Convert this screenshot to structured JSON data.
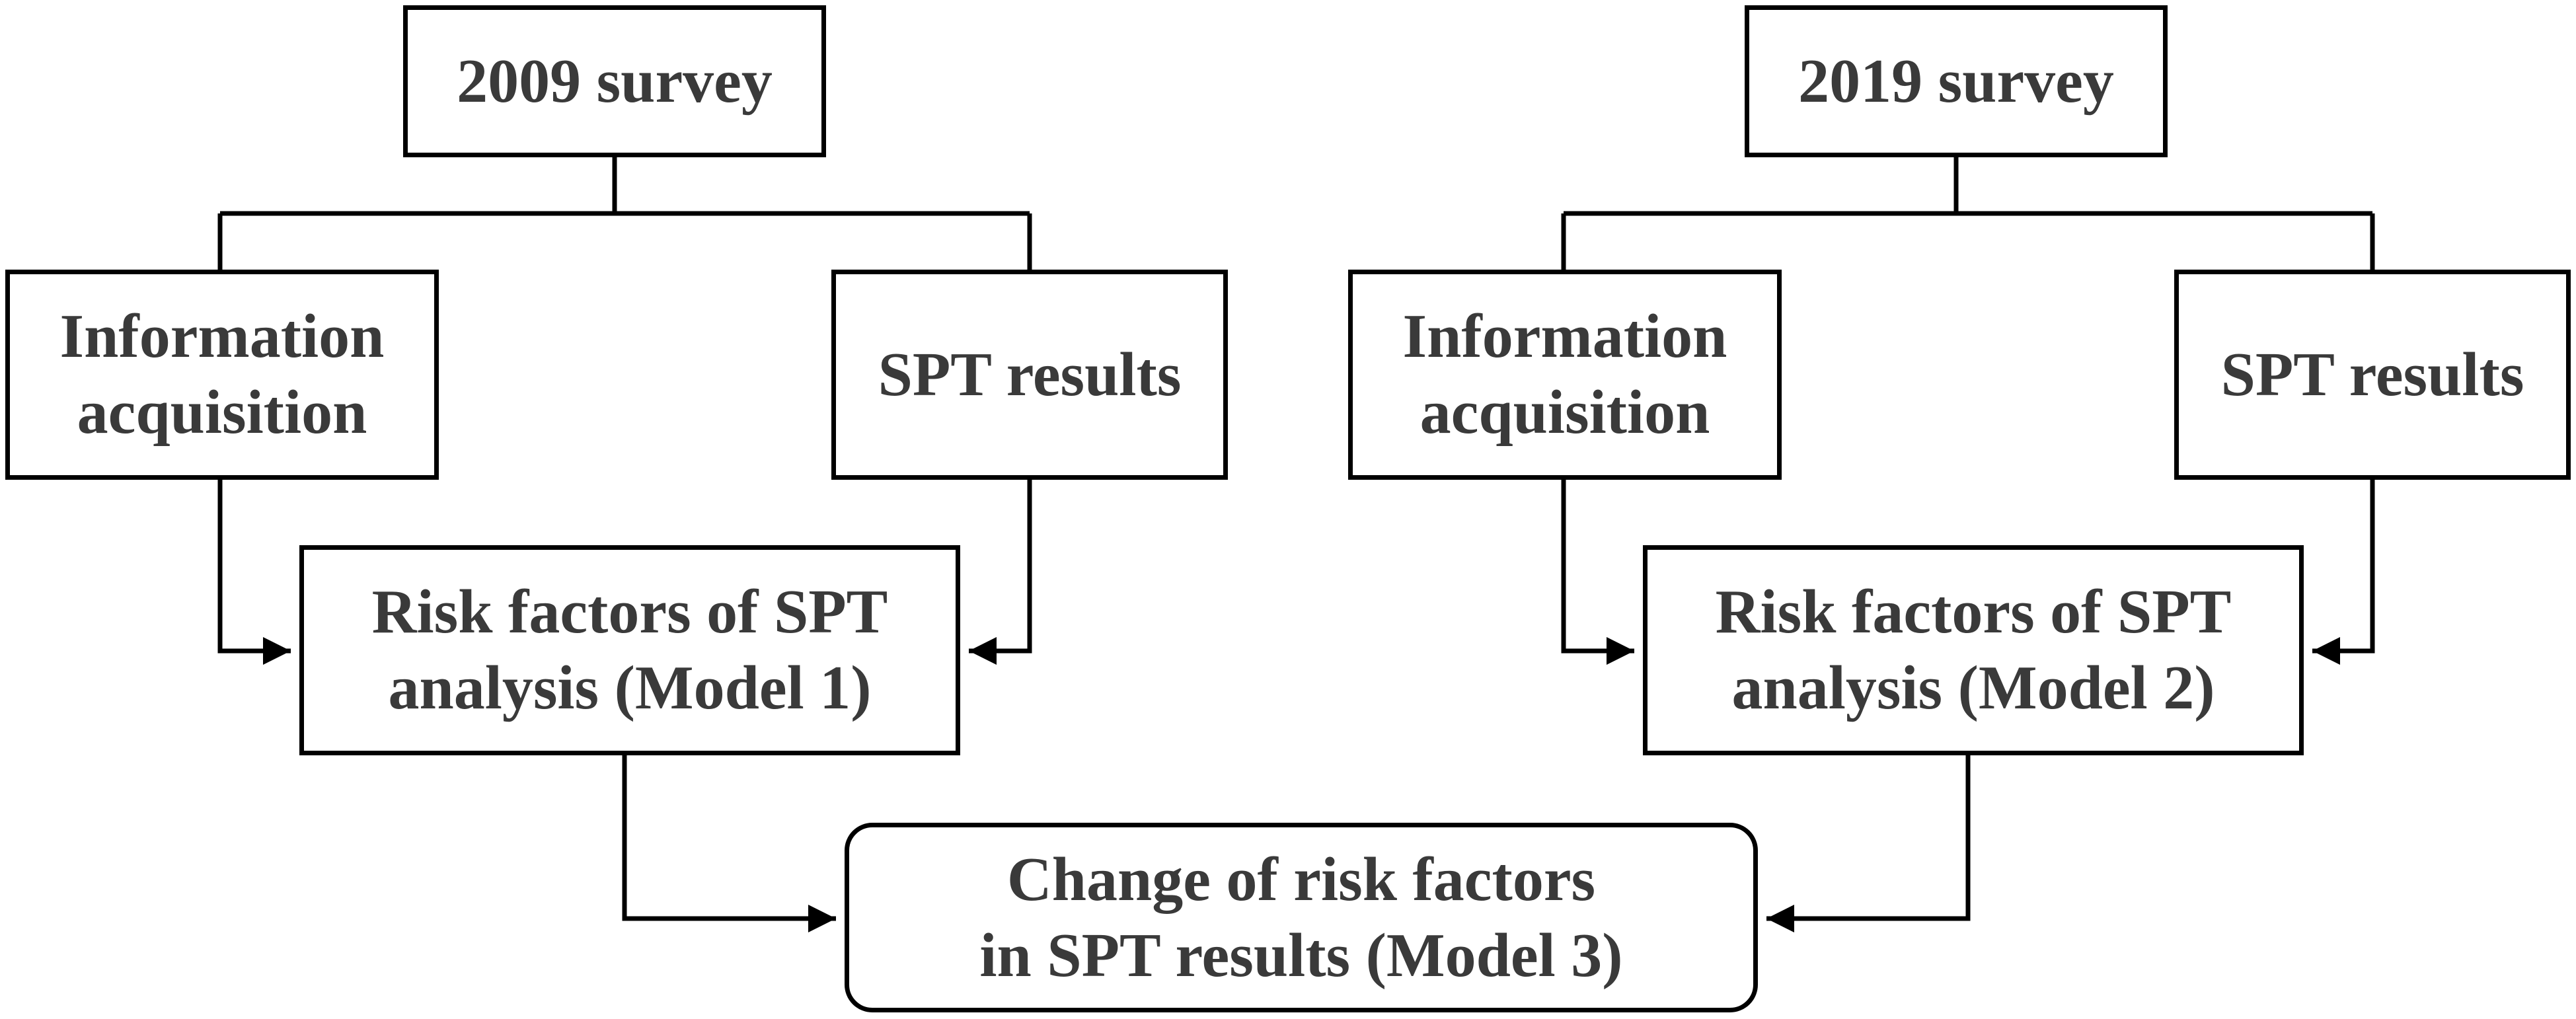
{
  "diagram": {
    "left_branch": {
      "survey": "2009 survey",
      "info": "Information\nacquisition",
      "spt": "SPT results",
      "model": "Risk factors of SPT\nanalysis (Model 1)"
    },
    "right_branch": {
      "survey": "2019 survey",
      "info": "Information\nacquisition",
      "spt": "SPT results",
      "model": "Risk factors of SPT\nanalysis (Model 2)"
    },
    "combined": {
      "model": "Change of risk factors\nin SPT results (Model 3)"
    },
    "colors": {
      "line": "#000000",
      "text": "#3a3a3a",
      "background": "#ffffff"
    }
  }
}
